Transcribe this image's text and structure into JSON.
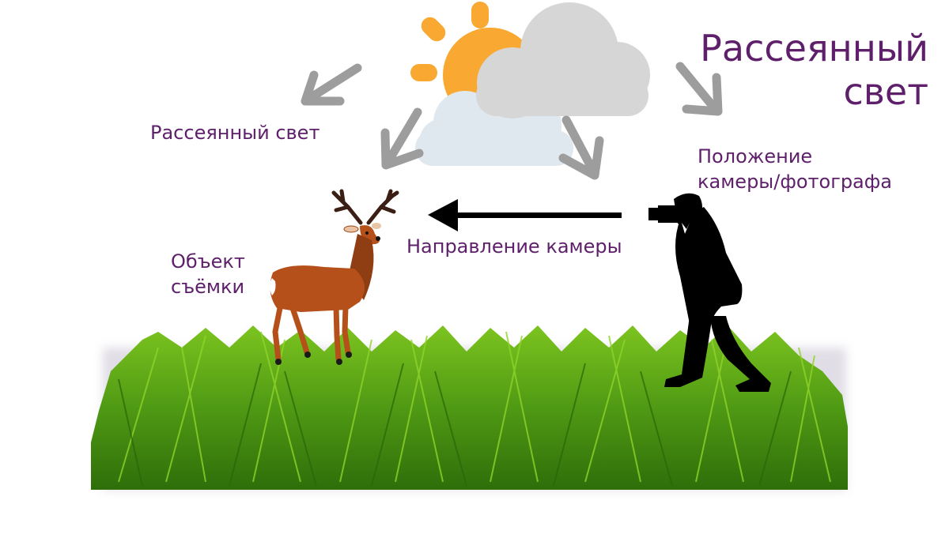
{
  "title": {
    "line1": "Рассеянный",
    "line2": "свет"
  },
  "labels": {
    "scattered_light": "Рассеянный свет",
    "camera_position_line1": "Положение",
    "camera_position_line2": "камеры/фотографа",
    "camera_direction": "Направление камеры",
    "subject_line1": "Объект",
    "subject_line2": "съёмки"
  },
  "icons": {
    "sun": "sun-icon",
    "cloud_front": "cloud-icon",
    "cloud_back": "cloud-icon",
    "light_arrows": "arrow-icon",
    "direction_arrow": "arrow-left-icon",
    "deer": "deer-figure",
    "photographer": "photographer-silhouette",
    "grass": "grass-ground"
  },
  "colors": {
    "text": "#5e1f6b",
    "sun": "#f9a832",
    "cloud_gray": "#d5d5d5",
    "cloud_blue": "#dfe7ef",
    "arrow_gray": "#9a9a9a",
    "deer": "#b5501a",
    "grass": "#4a8e12"
  }
}
